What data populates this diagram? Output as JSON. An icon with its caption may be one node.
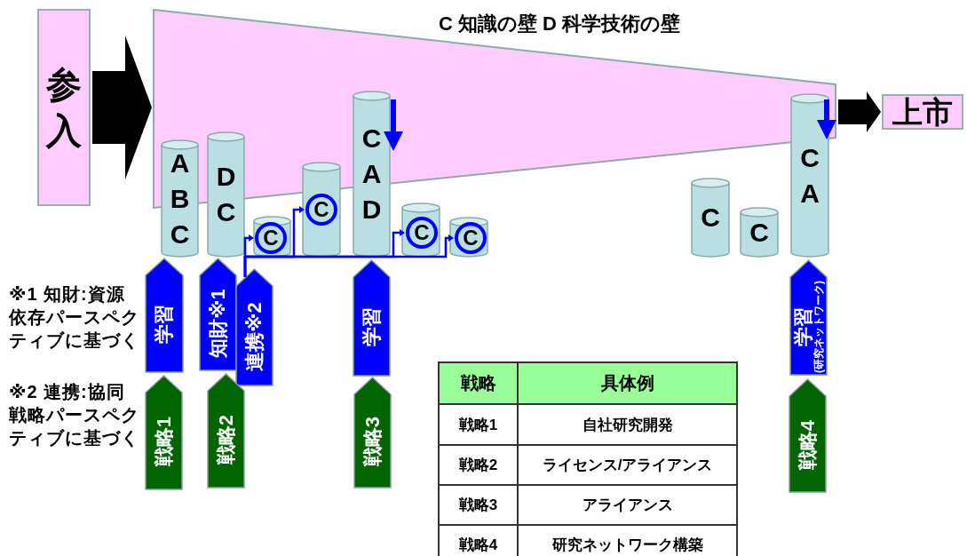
{
  "diagram": {
    "nodes": [
      {
        "text": [
          "参入"
        ]
      },
      {
        "text": [
          "C 知識の壁 D 科学技術の壁"
        ]
      },
      {
        "text": [
          "上市"
        ]
      },
      {
        "text": [
          "A B C"
        ]
      },
      {
        "text": [
          "D C"
        ]
      },
      {
        "text": [],
        "shape": "cylinder"
      },
      {
        "text": [
          "C"
        ],
        "in": 5
      },
      {
        "text": [],
        "shape": "cylinder"
      },
      {
        "text": [
          "C"
        ],
        "in": 7
      },
      {
        "text": [
          "C A D"
        ]
      },
      {
        "text": [],
        "shape": "cylinder"
      },
      {
        "text": [
          "C"
        ],
        "in": 10
      },
      {
        "text": [],
        "shape": "cylinder"
      },
      {
        "text": [
          "C"
        ],
        "in": 12
      },
      {
        "text": [
          "C"
        ]
      },
      {
        "text": [
          "C"
        ]
      },
      {
        "text": [
          "C A"
        ]
      },
      {
        "text": [
          "学習"
        ]
      },
      {
        "text": [
          "知財※1"
        ]
      },
      {
        "text": [
          "連携※2"
        ]
      },
      {
        "text": [
          "学習"
        ]
      },
      {
        "text": [
          "学習",
          "(研究ネットワーク)"
        ]
      },
      {
        "text": [
          "戦略1"
        ]
      },
      {
        "text": [
          "戦略2"
        ]
      },
      {
        "text": [
          "戦略3"
        ]
      },
      {
        "text": [
          "戦略4"
        ]
      }
    ],
    "edges": [
      {
        "from": 0,
        "to": 1,
        "arrow": "to",
        "style": "thick",
        "color": "#000000"
      },
      {
        "from": 1,
        "to": 2,
        "arrow": "to",
        "style": "thick",
        "color": "#000000"
      },
      {
        "from": 19,
        "to": 6,
        "arrow": "to"
      },
      {
        "from": 19,
        "to": 8,
        "arrow": "to"
      },
      {
        "from": 19,
        "to": 11,
        "arrow": "to"
      },
      {
        "from": 19,
        "to": 13,
        "arrow": "to"
      }
    ],
    "labels": [
      "※1 知財:資源依存パースペクティブに基づく",
      "※2 連携:協同戦略パースペクティブに基づく",
      "戦略",
      "具体例",
      "戦略1",
      "自社研究開発",
      "戦略2",
      "ライセンス/アライアンス",
      "戦略3",
      "アライアンス",
      "戦略4",
      "研究ネットワーク構築"
    ]
  }
}
